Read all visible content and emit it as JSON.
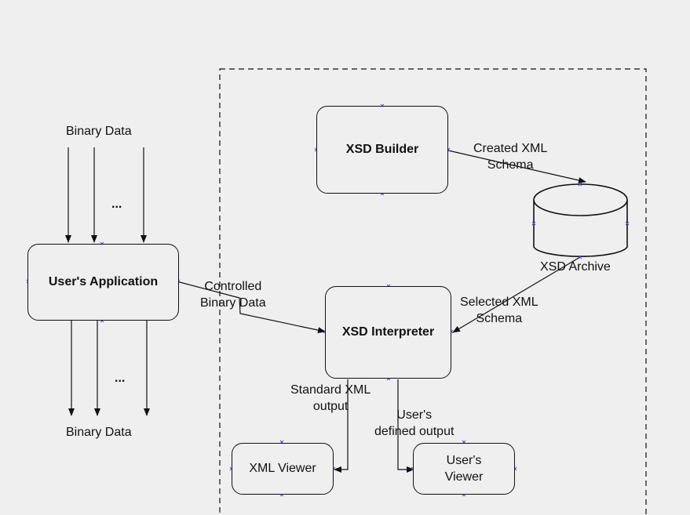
{
  "boxes": {
    "users_application": "User's Application",
    "xsd_builder": "XSD Builder",
    "xsd_interpreter": "XSD Interpreter",
    "xml_viewer": "XML Viewer",
    "users_viewer": [
      "User's",
      "Viewer"
    ]
  },
  "archive": "XSD Archive",
  "labels": {
    "binary_data_top": "Binary Data",
    "binary_data_bottom": "Binary Data",
    "ellipsis_top": "...",
    "ellipsis_bottom": "...",
    "controlled_binary_data": [
      "Controlled",
      "Binary Data"
    ],
    "created_xml_schema": [
      "Created XML",
      "Schema"
    ],
    "selected_xml_schema": [
      "Selected XML",
      "Schema"
    ],
    "standard_xml_output": [
      "Standard XML",
      "output"
    ],
    "users_defined_output": [
      "User's",
      "defined output"
    ]
  },
  "colors": {
    "line": "#111111",
    "handle": "#4a4ad8",
    "background": "#efefef"
  }
}
